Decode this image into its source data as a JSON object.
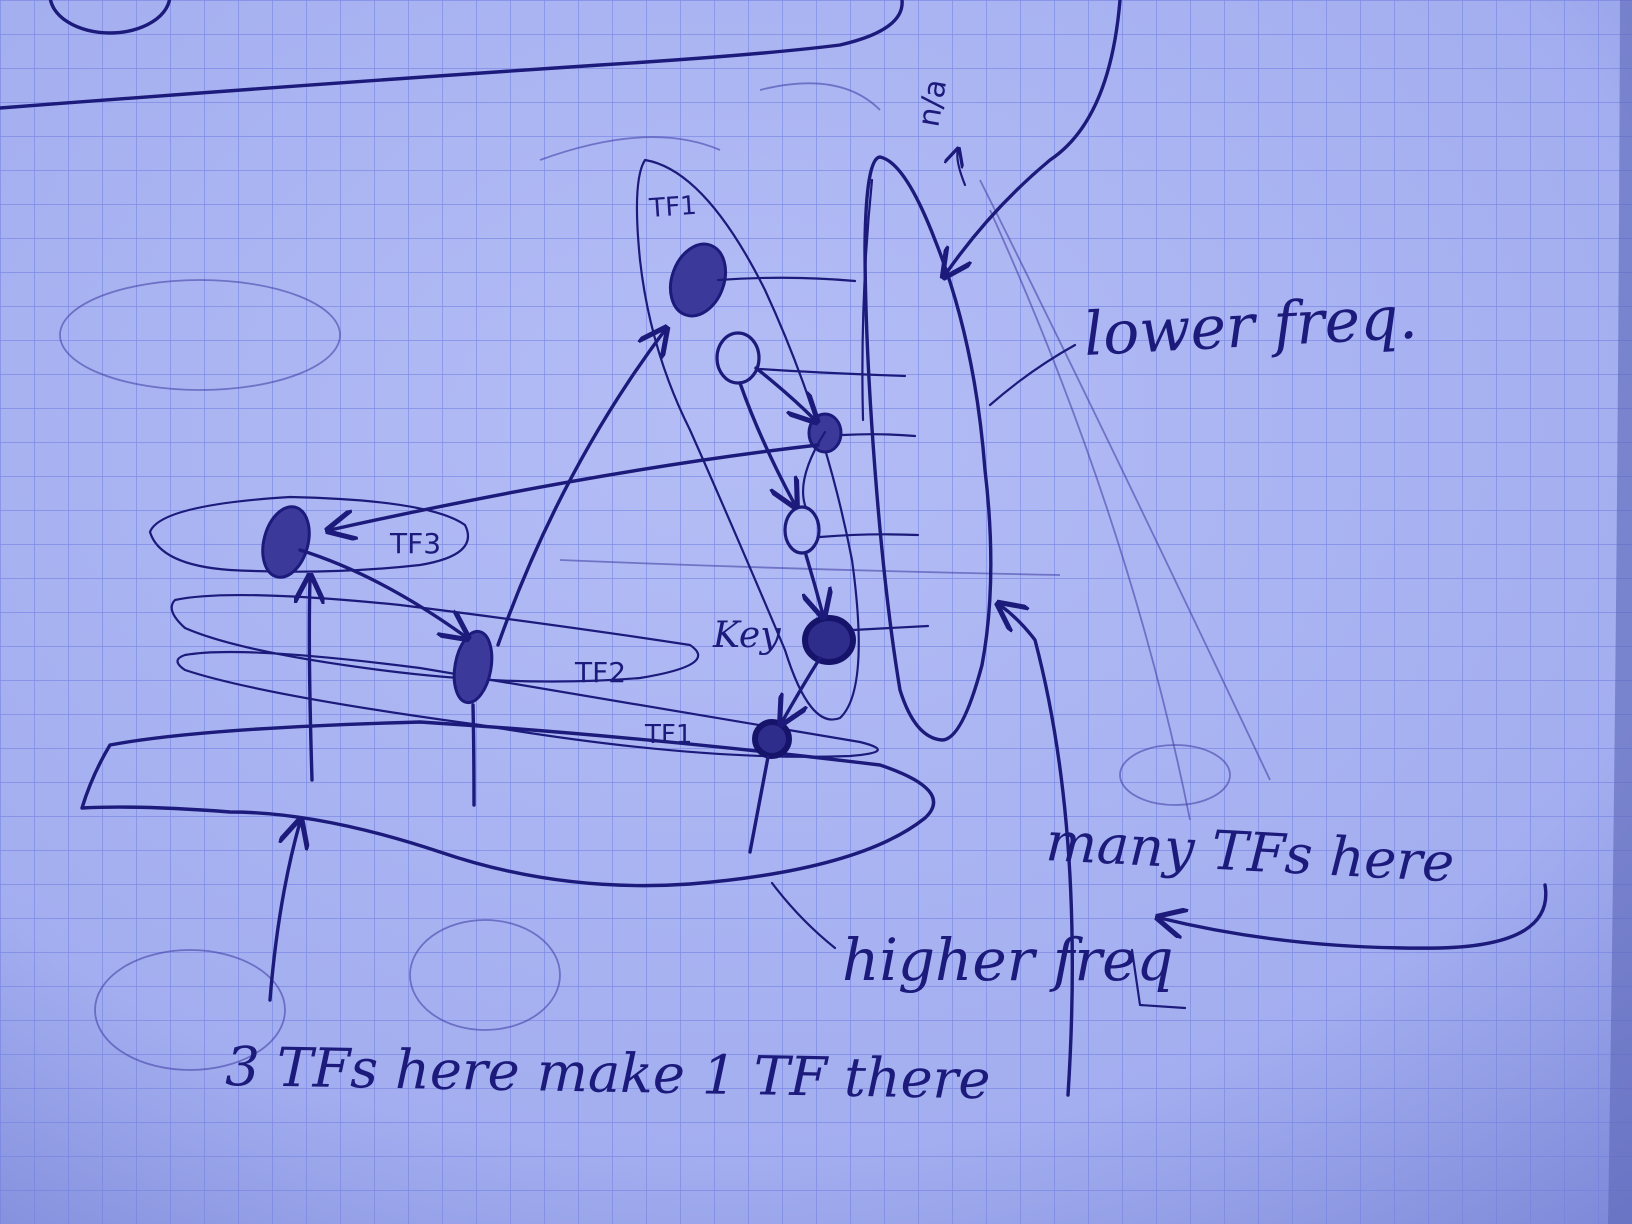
{
  "labels": {
    "tf1_top": "TF1",
    "tf3": "TF3",
    "tf2": "TF2",
    "tf1_lower": "TF1",
    "key": "Key",
    "lower_freq": "lower freq.",
    "higher_freq": "higher freq",
    "many_tfs": "many TFs here",
    "three_tfs": "3 TFs here make 1 TF there",
    "corner_note": "n/a"
  },
  "colors": {
    "paper": "#a9b3f2",
    "grid": "#6f7ee0",
    "ink": "#1c1a7a"
  }
}
